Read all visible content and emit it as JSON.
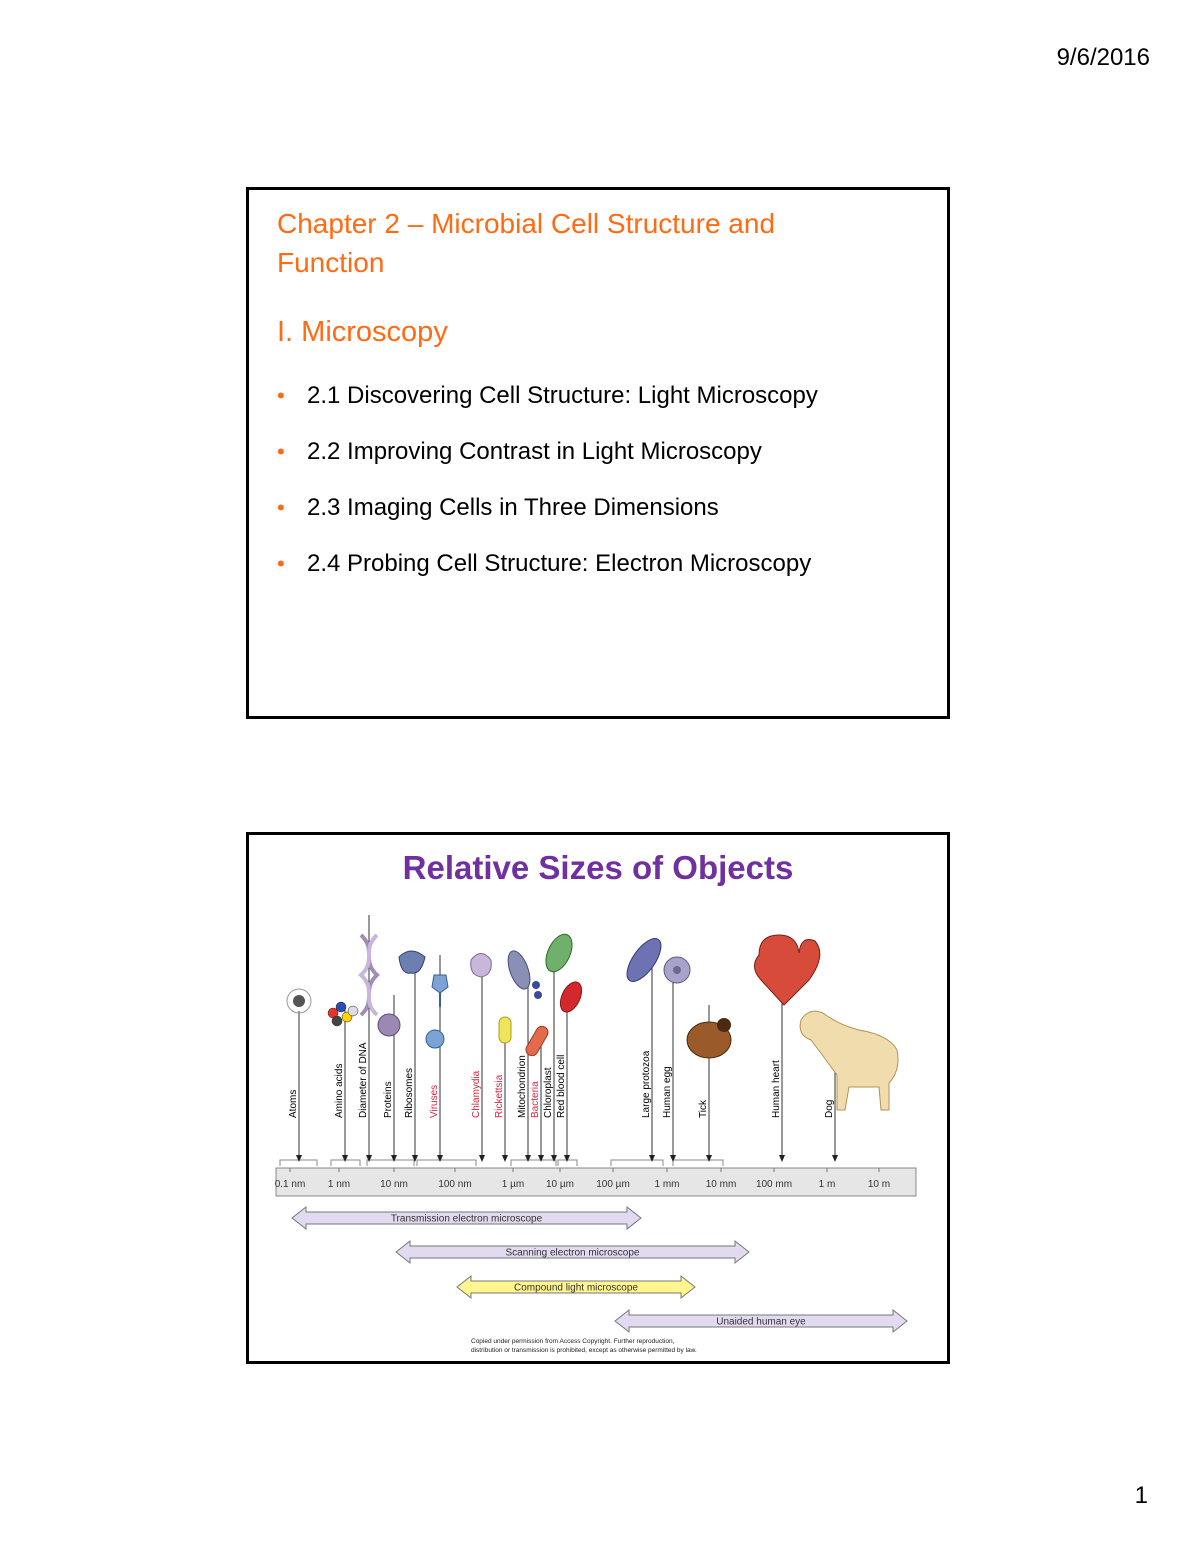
{
  "header": {
    "date": "9/6/2016"
  },
  "footer": {
    "page_number": "1"
  },
  "slide1": {
    "title": "Chapter 2 – Microbial Cell Structure and Function",
    "subtitle": "I. Microscopy",
    "bullets": [
      "2.1 Discovering Cell Structure: Light Microscopy",
      "2.2 Improving Contrast in Light Microscopy",
      "2.3 Imaging Cells in Three Dimensions",
      "2.4 Probing Cell Structure: Electron Microscopy"
    ],
    "bullet_symbol": "•"
  },
  "slide2": {
    "title": "Relative Sizes of Objects",
    "objects": [
      {
        "label": "Atoms",
        "color": "#000000",
        "icon": "atom-icon"
      },
      {
        "label": "Amino acids",
        "color": "#000000",
        "icon": "molecule-icon"
      },
      {
        "label": "Diameter of DNA",
        "color": "#000000",
        "icon": "dna-icon"
      },
      {
        "label": "Proteins",
        "color": "#000000",
        "icon": "protein-icon"
      },
      {
        "label": "Ribosomes",
        "color": "#000000",
        "icon": "ribosome-icon"
      },
      {
        "label": "Viruses",
        "color": "#d7263d",
        "icon": "virus-icon"
      },
      {
        "label": "Chlamydia",
        "color": "#d7263d",
        "icon": "chlamydia-icon"
      },
      {
        "label": "Rickettsia",
        "color": "#d7263d",
        "icon": "rickettsia-icon"
      },
      {
        "label": "Mitochondrion",
        "color": "#000000",
        "icon": "mitochondrion-icon"
      },
      {
        "label": "Bacteria",
        "color": "#d7263d",
        "icon": "bacteria-icon"
      },
      {
        "label": "Chloroplast",
        "color": "#000000",
        "icon": "chloroplast-icon"
      },
      {
        "label": "Red blood cell",
        "color": "#000000",
        "icon": "red-blood-cell-icon"
      },
      {
        "label": "Large protozoa",
        "color": "#000000",
        "icon": "protozoa-icon"
      },
      {
        "label": "Human egg",
        "color": "#000000",
        "icon": "human-egg-icon"
      },
      {
        "label": "Tick",
        "color": "#000000",
        "icon": "tick-icon"
      },
      {
        "label": "Human heart",
        "color": "#000000",
        "icon": "heart-icon"
      },
      {
        "label": "Dog",
        "color": "#000000",
        "icon": "dog-icon"
      }
    ],
    "scale_ticks": [
      "0.1 nm",
      "1 nm",
      "10 nm",
      "100 nm",
      "1 µm",
      "10 µm",
      "100 µm",
      "1 mm",
      "10 mm",
      "100 mm",
      "1 m",
      "10 m"
    ],
    "ranges": [
      {
        "label": "Transmission electron microscope",
        "from": "0.1 nm",
        "to": "100 µm",
        "fill": "#e2daf0"
      },
      {
        "label": "Scanning electron microscope",
        "from": "10 nm",
        "to": "10 mm",
        "fill": "#e2daf0"
      },
      {
        "label": "Compound light microscope",
        "from": "100 nm",
        "to": "1 mm",
        "fill": "#fff68f"
      },
      {
        "label": "Unaided human eye",
        "from": "100 µm",
        "to": "10 m",
        "fill": "#e2daf0"
      }
    ],
    "copyright": [
      "Copied under permission from Access Copyright. Further reproduction,",
      "distribution or transmission is prohibited, except as otherwise permitted by law."
    ]
  }
}
